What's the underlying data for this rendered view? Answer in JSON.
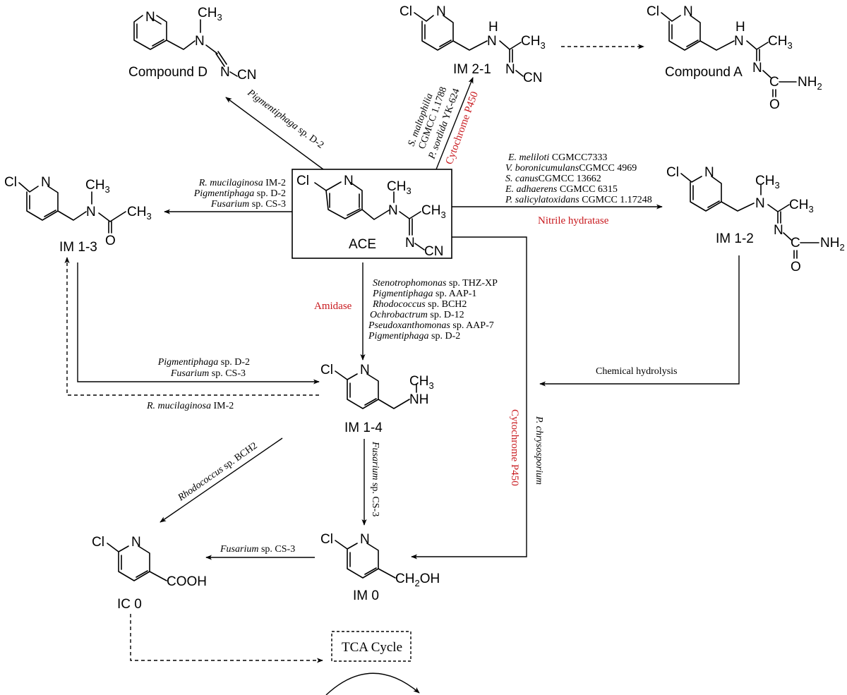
{
  "colors": {
    "enzyme": "#c8191e",
    "line": "#000000"
  },
  "compounds": {
    "ace": "ACE",
    "compound_d": "Compound D",
    "im21": "IM 2-1",
    "compound_a": "Compound A",
    "im13": "IM 1-3",
    "im12": "IM 1-2",
    "im14": "IM 1-4",
    "ic0": "IC 0",
    "im0": "IM 0",
    "tca": "TCA Cycle"
  },
  "atoms": {
    "cl": "Cl",
    "n": "N",
    "nh": "NH",
    "h": "H",
    "o": "O",
    "cn": "CN",
    "ch": "CH",
    "three": "3",
    "nh2": "NH",
    "two": "2",
    "c": "C",
    "cooh": "COOH",
    "ch2oh_a": "CH",
    "ch2oh_b": "OH"
  },
  "enzymes": {
    "cyp_top": "Cytochrome P450",
    "nitrile_hydratase": "Nitrile hydratase",
    "amidase": "Amidase",
    "cyp_right": "Cytochrome P450"
  },
  "labels": {
    "to_d": {
      "it": "Pigmentiphaga",
      "rm": " sp. D-2"
    },
    "to_im21": [
      {
        "it": "S. maltophilia",
        "rm": ""
      },
      {
        "it": "",
        "rm": "CGMCC 1.1788"
      },
      {
        "it": "P. sordida",
        "rm": " YK-624"
      }
    ],
    "to_im13": [
      {
        "it": "R. mucilaginosa",
        "rm": " IM-2"
      },
      {
        "it": "Pigmentiphaga",
        "rm": " sp. D-2"
      },
      {
        "it": "Fusarium",
        "rm": " sp. CS-3"
      }
    ],
    "to_im12": [
      {
        "it": "E. meliloti",
        "rm": " CGMCC7333"
      },
      {
        "it": "V. boronicumulans",
        "rm": "CGMCC 4969"
      },
      {
        "it": "S. canus",
        "rm": "CGMCC 13662"
      },
      {
        "it": "E. adhaerens",
        "rm": " CGMCC 6315"
      },
      {
        "it": "P. salicylatoxidans",
        "rm": " CGMCC 1.17248"
      }
    ],
    "to_im14": [
      {
        "it": "Stenotrophomonas",
        "rm": " sp. THZ-XP"
      },
      {
        "it": "Pigmentiphaga",
        "rm": " sp. AAP-1"
      },
      {
        "it": "Rhodococcus",
        "rm": " sp. BCH2"
      },
      {
        "it": "Ochrobactrum",
        "rm": " sp. D-12"
      },
      {
        "it": "Pseudoxanthomonas",
        "rm": " sp. AAP-7"
      },
      {
        "it": "Pigmentiphaga",
        "rm": " sp. D-2"
      }
    ],
    "im14_to_im13": [
      {
        "it": "Pigmentiphaga",
        "rm": " sp. D-2"
      },
      {
        "it": "Fusarium",
        "rm": " sp. CS-3"
      }
    ],
    "im13_back": {
      "it": "R. mucilaginosa",
      "rm": " IM-2"
    },
    "chem_hydrolysis": "Chemical  hydrolysis",
    "p_chrysosporium": {
      "it": "P. chrysosporium",
      "rm": ""
    },
    "rhodococcus_ic0": {
      "it": "Rhodococcus",
      "rm": " sp. BCH2"
    },
    "fusarium_im0": {
      "it": "Fusarium",
      "rm": " sp. CS-3"
    },
    "fusarium_ic0": {
      "it": "Fusarium",
      "rm": " sp. CS-3"
    }
  }
}
